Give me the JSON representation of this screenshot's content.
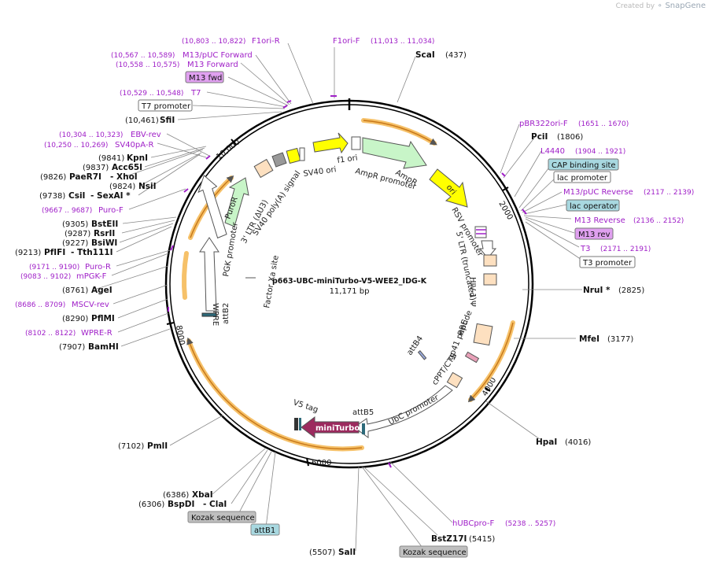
{
  "watermark": {
    "created_by": "Created by",
    "brand": "SnapGene"
  },
  "plasmid": {
    "name": "p663-UBC-miniTurbo-V5-WEE2_IDG-K",
    "size": "11,171 bp"
  },
  "scale": {
    "t2000": "2000",
    "t4000": "4000",
    "t6000": "6000",
    "t8000": "8000",
    "t10000": "10,000"
  },
  "top_labels": {
    "f1ori_r": {
      "name": "F1ori-R",
      "range": "(10,803 .. 10,822)"
    },
    "f1ori_f": {
      "name": "F1ori-F",
      "range": "(11,013 .. 11,034)"
    },
    "m13puc_fwd": {
      "name": "M13/pUC Forward",
      "range": "(10,567 .. 10,589)"
    },
    "m13_forward": {
      "name": "M13 Forward",
      "range": "(10,558 .. 10,575)"
    },
    "m13_fwd_box": "M13 fwd",
    "t7": {
      "name": "T7",
      "range": "(10,529 .. 10,548)"
    },
    "t7_promoter_box": "T7 promoter",
    "sfii": {
      "name": "SfiI",
      "pos": "(10,461)"
    },
    "ebv_rev": {
      "name": "EBV-rev",
      "range": "(10,304 .. 10,323)"
    },
    "sv40pa_r": {
      "name": "SV40pA-R",
      "range": "(10,250 .. 10,269)"
    },
    "scai": {
      "name": "ScaI",
      "pos": "(437)"
    }
  },
  "left_labels": {
    "kpni": {
      "name": "KpnI",
      "pos": "(9841)"
    },
    "acc65i": {
      "name": "Acc65I",
      "pos": "(9837)"
    },
    "paer7i": {
      "name": "PaeR7I",
      "name2": "- XhoI",
      "pos": "(9826)"
    },
    "nsii": {
      "name": "NsiI",
      "pos": "(9824)"
    },
    "csii": {
      "name": "CsiI",
      "name2": "- SexAI *",
      "pos": "(9738)"
    },
    "puro_f": {
      "name": "Puro-F",
      "range": "(9667 .. 9687)"
    },
    "bsteii": {
      "name": "BstEII",
      "pos": "(9305)"
    },
    "rsrii": {
      "name": "RsrII",
      "pos": "(9287)"
    },
    "bsiwi": {
      "name": "BsiWI",
      "pos": "(9227)"
    },
    "pfifi": {
      "name": "PfIFI",
      "name2": "- Tth111I",
      "pos": "(9213)"
    },
    "puro_r": {
      "name": "Puro-R",
      "range": "(9171 .. 9190)"
    },
    "mpgk_f": {
      "name": "mPGK-F",
      "range": "(9083 .. 9102)"
    },
    "agei": {
      "name": "AgeI",
      "pos": "(8761)"
    },
    "mscv_rev": {
      "name": "MSCV-rev",
      "range": "(8686 .. 8709)"
    },
    "pflmi": {
      "name": "PflMI",
      "pos": "(8290)"
    },
    "wpre_r": {
      "name": "WPRE-R",
      "range": "(8102 .. 8122)"
    },
    "bamhi": {
      "name": "BamHI",
      "pos": "(7907)"
    },
    "pmli": {
      "name": "PmlI",
      "pos": "(7102)"
    }
  },
  "bottom_labels": {
    "xbai": {
      "name": "XbaI",
      "pos": "(6386)"
    },
    "bspdi": {
      "name": "BspDI",
      "name2": "- ClaI",
      "pos": "(6306)"
    },
    "kozak1": "Kozak sequence",
    "attb1": "attB1",
    "sali": {
      "name": "SalI",
      "pos": "(5507)"
    },
    "kozak2": "Kozak sequence",
    "bstz17i": {
      "name": "BstZ17I",
      "pos": "(5415)"
    },
    "hubcpro_f": {
      "name": "hUBCpro-F",
      "range": "(5238 .. 5257)"
    },
    "hpai": {
      "name": "HpaI",
      "pos": "(4016)"
    }
  },
  "right_labels": {
    "pbr322ori_f": {
      "name": "pBR322ori-F",
      "range": "(1651 .. 1670)"
    },
    "pcii": {
      "name": "PciI",
      "pos": "(1806)"
    },
    "l4440": {
      "name": "L4440",
      "range": "(1904 .. 1921)"
    },
    "cap_box": "CAP binding site",
    "lac_promoter_box": "lac promoter",
    "m13puc_rev": {
      "name": "M13/pUC Reverse",
      "range": "(2117 .. 2139)"
    },
    "lac_operator_box": "lac operator",
    "m13_reverse": {
      "name": "M13 Reverse",
      "range": "(2136 .. 2152)"
    },
    "m13_rev_box": "M13 rev",
    "t3": {
      "name": "T3",
      "range": "(2171 .. 2191)"
    },
    "t3_promoter_box": "T3 promoter",
    "nrui": {
      "name": "NruI *",
      "pos": "(2825)"
    },
    "mfei": {
      "name": "MfeI",
      "pos": "(3177)"
    }
  },
  "features": {
    "f1_ori": "f1 ori",
    "ampr_promoter": "AmpR promoter",
    "ampr": "AmpR",
    "ori": "ori",
    "rsv_promoter": "RSV promoter",
    "ltr5": "5' LTR (truncated)",
    "hiv_psi": "HIV-1 Ψ",
    "rre": "RRE",
    "gp41": "gp41 peptide",
    "cppt": "cPPT/CTS",
    "attb4": "attB4",
    "ubc_promoter": "UbC promoter",
    "attb5": "attB5",
    "miniturbo": "miniTurbo",
    "v5_tag": "V5 tag",
    "factor_xa": "Factor Xa site",
    "attb2": "attB2",
    "wpre": "WPRE",
    "pgk_promoter": "PGK promoter",
    "puror": "PuroR",
    "ltr3": "3' LTR (ΔU3)",
    "sv40_polya": "SV40 poly(A) signal",
    "sv40_ori": "SV40 ori"
  },
  "colors": {
    "primer_purple": "#a020c8",
    "ampr_green": "#c8f5c8",
    "ori_yellow": "#ffff00",
    "miniturbo_magenta": "#9c2a5e",
    "promoter_white": "#ffffff",
    "orange_arc": "#f6a623",
    "cap_box": "#a8d8e0",
    "kozak_box": "#bfbfbf",
    "ltr_tan": "#fde0c0"
  }
}
